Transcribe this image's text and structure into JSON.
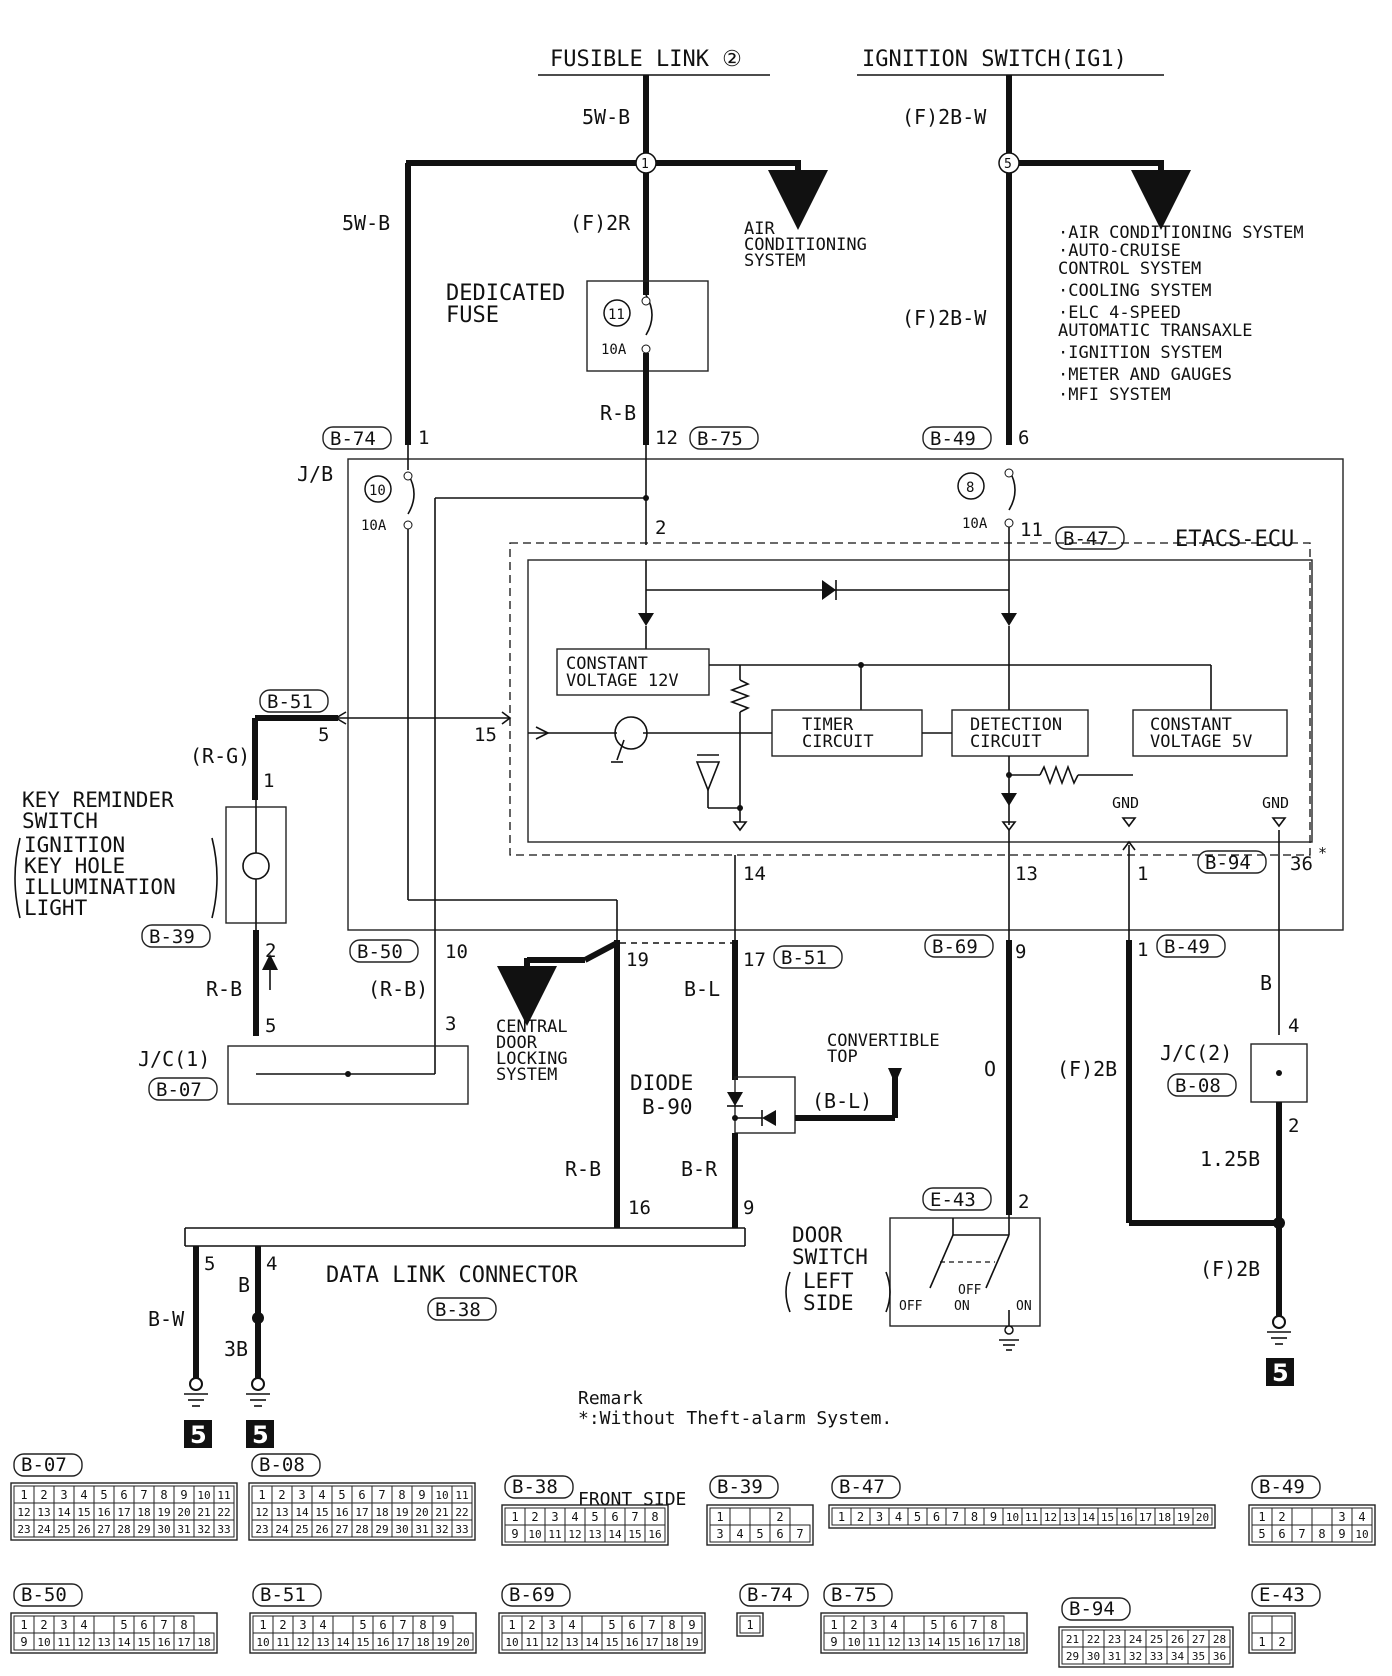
{
  "header": {
    "fusible_link": "FUSIBLE LINK ②",
    "ignition_switch": "IGNITION SWITCH(IG1)"
  },
  "wires": {
    "w5wb_top": "5W-B",
    "w5wb_left": "5W-B",
    "f2r": "(F)2R",
    "rb_fuse": "R-B",
    "f2bw_top": "(F)2B-W",
    "f2bw_mid": "(F)2B-W",
    "rg": "(R-G)",
    "rb_left": "R-B",
    "rb_paren": "(R-B)",
    "bl": "B-L",
    "bl_paren": "(B-L)",
    "br": "B-R",
    "rb_low": "R-B",
    "o": "O",
    "f2b_mid": "(F)2B",
    "b_right": "B",
    "b125": "1.25B",
    "f2b_low": "(F)2B",
    "bw": "B-W",
    "b_dlc": "B",
    "b3": "3B"
  },
  "splices": {
    "s1": "1",
    "s5": "5",
    "s11": "11",
    "s10": "10",
    "s8": "8"
  },
  "labels": {
    "air_conditioning": [
      "AIR",
      "CONDITIONING",
      "SYSTEM"
    ],
    "ig_systems": [
      "·AIR CONDITIONING SYSTEM",
      "·AUTO-CRUISE",
      " CONTROL SYSTEM",
      "·COOLING SYSTEM",
      "·ELC 4-SPEED",
      " AUTOMATIC TRANSAXLE",
      "·IGNITION SYSTEM",
      "·METER AND GAUGES",
      "·MFI SYSTEM"
    ],
    "dedicated_fuse": [
      "DEDICATED",
      "FUSE"
    ],
    "fuse_10a_a": "10A",
    "fuse_10a_b": "10A",
    "fuse_10a_c": "10A",
    "jb": "J/B",
    "etacs": "ETACS-ECU",
    "constant_12v": [
      "CONSTANT",
      "VOLTAGE 12V"
    ],
    "timer": [
      "TIMER",
      "CIRCUIT"
    ],
    "detection": [
      "DETECTION",
      "CIRCUIT"
    ],
    "constant_5v": [
      "CONSTANT",
      "VOLTAGE 5V"
    ],
    "gnd1": "GND",
    "gnd2": "GND",
    "key_reminder": [
      "KEY REMINDER",
      "SWITCH",
      "IGNITION",
      "KEY HOLE",
      "ILLUMINATION",
      "LIGHT"
    ],
    "central_door": [
      "CENTRAL",
      "DOOR",
      "LOCKING",
      "SYSTEM"
    ],
    "convertible_top": [
      "CONVERTIBLE",
      "TOP"
    ],
    "diode": "DIODE",
    "diode_conn": "B-90",
    "jc1": "J/C(1)",
    "jc2": "J/C(2)",
    "dlc": "DATA LINK CONNECTOR",
    "door_switch": [
      "DOOR",
      "SWITCH",
      "LEFT",
      "SIDE"
    ],
    "off1": "OFF",
    "off2": "OFF",
    "on1": "ON",
    "on2": "ON",
    "remark": "Remark",
    "remark_note": "*:Without Theft-alarm System.",
    "ground_ref": "5",
    "front_side": "FRONT SIDE"
  },
  "connectors": {
    "b74": "B-74",
    "b75": "B-75",
    "b49": "B-49",
    "b47": "B-47",
    "b51": "B-51",
    "b39": "B-39",
    "b50": "B-50",
    "b51b": "B-51",
    "b69": "B-69",
    "b49b": "B-49",
    "b94": "B-94",
    "b07": "B-07",
    "b08": "B-08",
    "e43": "E-43",
    "b38": "B-38"
  },
  "pins": {
    "p1": "1",
    "p12": "12",
    "p6": "6",
    "p2": "2",
    "p11": "11",
    "p5": "5",
    "p15": "15",
    "p14": "14",
    "p13": "13",
    "p1b": "1",
    "p36": "36",
    "p1c": "1",
    "p2b": "2",
    "p10": "10",
    "p19": "19",
    "p17": "17",
    "p9": "9",
    "p1d": "1",
    "p4": "4",
    "p5b": "5",
    "p3": "3",
    "p2c": "2",
    "p16": "16",
    "p9b": "9",
    "p2d": "2",
    "p5c": "5",
    "p4b": "4"
  },
  "connector_views": [
    {
      "name": "B-07",
      "rows": [
        [
          "1",
          "2",
          "3",
          "4",
          "5",
          "6",
          "7",
          "8",
          "9",
          "10",
          "11"
        ],
        [
          "12",
          "13",
          "14",
          "15",
          "16",
          "17",
          "18",
          "19",
          "20",
          "21",
          "22"
        ],
        [
          "23",
          "24",
          "25",
          "26",
          "27",
          "28",
          "29",
          "30",
          "31",
          "32",
          "33"
        ]
      ]
    },
    {
      "name": "B-08",
      "rows": [
        [
          "1",
          "2",
          "3",
          "4",
          "5",
          "6",
          "7",
          "8",
          "9",
          "10",
          "11"
        ],
        [
          "12",
          "13",
          "14",
          "15",
          "16",
          "17",
          "18",
          "19",
          "20",
          "21",
          "22"
        ],
        [
          "23",
          "24",
          "25",
          "26",
          "27",
          "28",
          "29",
          "30",
          "31",
          "32",
          "33"
        ]
      ]
    },
    {
      "name": "B-38",
      "rows": [
        [
          "1",
          "2",
          "3",
          "4",
          "5",
          "6",
          "7",
          "8"
        ],
        [
          "9",
          "10",
          "11",
          "12",
          "13",
          "14",
          "15",
          "16"
        ]
      ]
    },
    {
      "name": "B-39",
      "rows": [
        [
          "1",
          "",
          "",
          "2"
        ],
        [
          "3",
          "4",
          "5",
          "6",
          "7"
        ]
      ]
    },
    {
      "name": "B-47",
      "rows": [
        [
          "1",
          "2",
          "3",
          "4",
          "5",
          "6",
          "7",
          "8",
          "9",
          "10",
          "11",
          "12",
          "13",
          "14",
          "15",
          "16",
          "17",
          "18",
          "19",
          "20"
        ]
      ]
    },
    {
      "name": "B-49",
      "rows": [
        [
          "1",
          "2",
          "",
          "",
          "3",
          "4"
        ],
        [
          "5",
          "6",
          "7",
          "8",
          "9",
          "10"
        ]
      ]
    },
    {
      "name": "B-50",
      "rows": [
        [
          "1",
          "2",
          "3",
          "4",
          "",
          "5",
          "6",
          "7",
          "8"
        ],
        [
          "9",
          "10",
          "11",
          "12",
          "13",
          "14",
          "15",
          "16",
          "17",
          "18"
        ]
      ]
    },
    {
      "name": "B-51",
      "rows": [
        [
          "1",
          "2",
          "3",
          "4",
          "",
          "5",
          "6",
          "7",
          "8",
          "9"
        ],
        [
          "10",
          "11",
          "12",
          "13",
          "14",
          "15",
          "16",
          "17",
          "18",
          "19",
          "20"
        ]
      ]
    },
    {
      "name": "B-69",
      "rows": [
        [
          "1",
          "2",
          "3",
          "4",
          "",
          "5",
          "6",
          "7",
          "8",
          "9"
        ],
        [
          "10",
          "11",
          "12",
          "13",
          "14",
          "15",
          "16",
          "17",
          "18",
          "19"
        ]
      ]
    },
    {
      "name": "B-74",
      "rows": [
        [
          "1"
        ]
      ]
    },
    {
      "name": "B-75",
      "rows": [
        [
          "1",
          "2",
          "3",
          "4",
          "",
          "5",
          "6",
          "7",
          "8"
        ],
        [
          "9",
          "10",
          "11",
          "12",
          "13",
          "14",
          "15",
          "16",
          "17",
          "18"
        ]
      ]
    },
    {
      "name": "B-94",
      "rows": [
        [
          "21",
          "22",
          "23",
          "24",
          "25",
          "26",
          "27",
          "28"
        ],
        [
          "29",
          "30",
          "31",
          "32",
          "33",
          "34",
          "35",
          "36"
        ]
      ]
    },
    {
      "name": "E-43",
      "rows": [
        [
          "",
          ""
        ],
        [
          "1",
          "2"
        ]
      ]
    }
  ]
}
